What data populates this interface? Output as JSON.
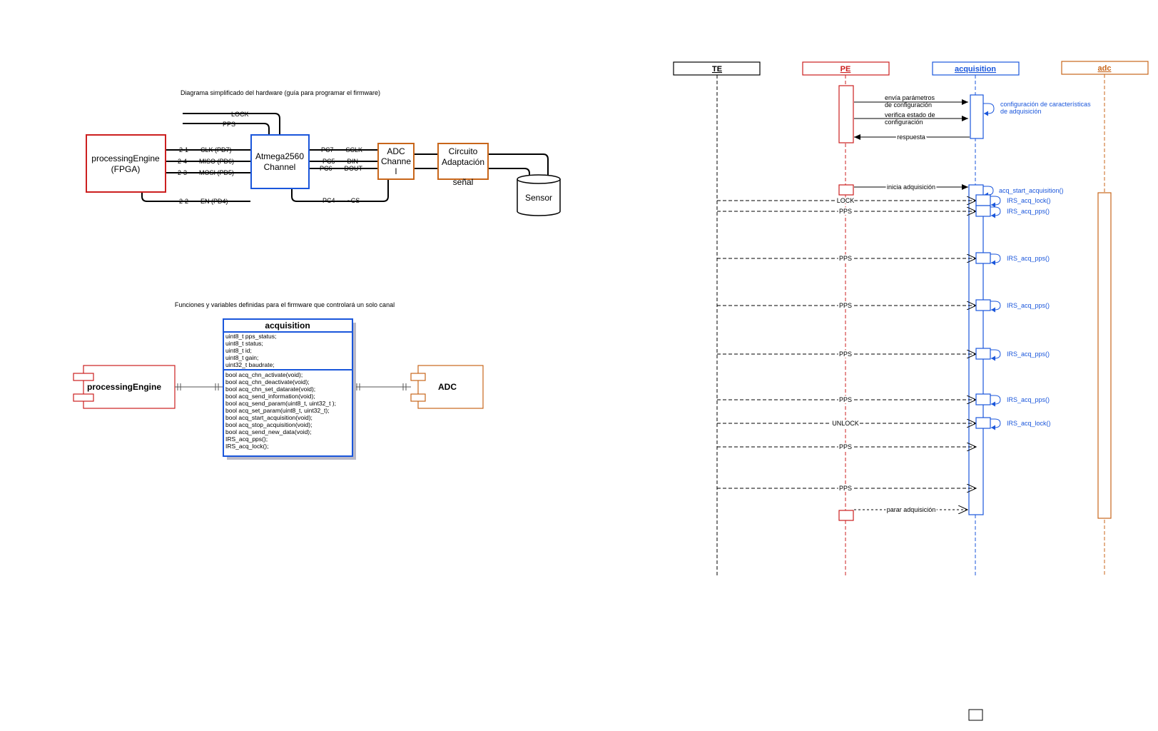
{
  "colors": {
    "pe": "#cc1f1f",
    "acq": "#1a56db",
    "adc": "#c8661a",
    "te": "#000000",
    "shadow": "#b9b9c8"
  },
  "hw": {
    "title": "Diagrama simplificado del hardware (guía para programar el firmware)",
    "pe_line1": "processingEngine",
    "pe_line2": "(FPGA)",
    "atm_line1": "Atmega2560",
    "atm_line2": "Channel",
    "adc_line1": "ADC",
    "adc_line2": "Channe",
    "adc_line3": "l",
    "circ_line1": "Circuito",
    "circ_line2": "Adaptación",
    "circ_line3": "señal",
    "sensor": "Sensor",
    "lock": "LOCK",
    "pps": "PPS",
    "clk": "2-1  ----  CLK (PD7)",
    "miso": "2-4  ----  MISO (PD6)",
    "mosi": "2-3  ----  MOSI (PD5)",
    "en": "2-2  ----  EN (PD4)",
    "sclk": "PC7  ----  SCLK",
    "din": "PC5  ----  DIN",
    "dout": "PC6  ----  DOUT",
    "cs": "PC4  ----  ~CS"
  },
  "fw": {
    "title": "Funciones y variables definidas para el firmware que controlará un solo canal",
    "class_name": "acquisition",
    "attributes": [
      "uint8_t pps_status;",
      "uint8_t status;",
      "uint8_t id;",
      "uint8_t gain;",
      "uint32_t baudrate;"
    ],
    "methods": [
      "bool acq_chn_activate(void);",
      "bool acq_chn_deactivate(void);",
      "bool acq_chn_set_datarate(void);",
      "bool acq_send_information(void);",
      "bool acq_send_param(uint8_t, uint32_t );",
      "bool acq_set_param(uint8_t, uint32_t);",
      "bool acq_start_acquisition(void);",
      "bool acq_stop_acquisition(void);",
      "bool acq_send_new_data(void);",
      "IRS_acq_pps();",
      "IRS_acq_lock();"
    ],
    "pe_component": "processingEngine",
    "adc_component": "ADC"
  },
  "seq": {
    "lifelines": {
      "te": "TE",
      "pe": "PE",
      "acq": "acquisition",
      "adc": "adc"
    },
    "msg_params_1": "envía parámetros",
    "msg_params_2": "de configuración",
    "msg_verify_1": "verifica estado de",
    "msg_verify_2": "configuración",
    "msg_response": "respuesta",
    "note_config_1": "configuración de características",
    "note_config_2": "de adquisición",
    "msg_start": "inicia adquisición",
    "note_start": "acq_start_acquisition()",
    "signals": [
      {
        "label": "LOCK",
        "note": "IRS_acq_lock()"
      },
      {
        "label": "PPS",
        "note": "IRS_acq_pps()"
      },
      {
        "label": "PPS",
        "note": "IRS_acq_pps()"
      },
      {
        "label": "PPS",
        "note": "IRS_acq_pps()"
      },
      {
        "label": "PPS",
        "note": "IRS_acq_pps()"
      },
      {
        "label": "PPS",
        "note": "IRS_acq_pps()"
      },
      {
        "label": "UNLOCK",
        "note": "IRS_acq_lock()"
      },
      {
        "label": "PPS",
        "note": ""
      },
      {
        "label": "PPS",
        "note": ""
      }
    ],
    "msg_stop": "parar adquisición"
  }
}
